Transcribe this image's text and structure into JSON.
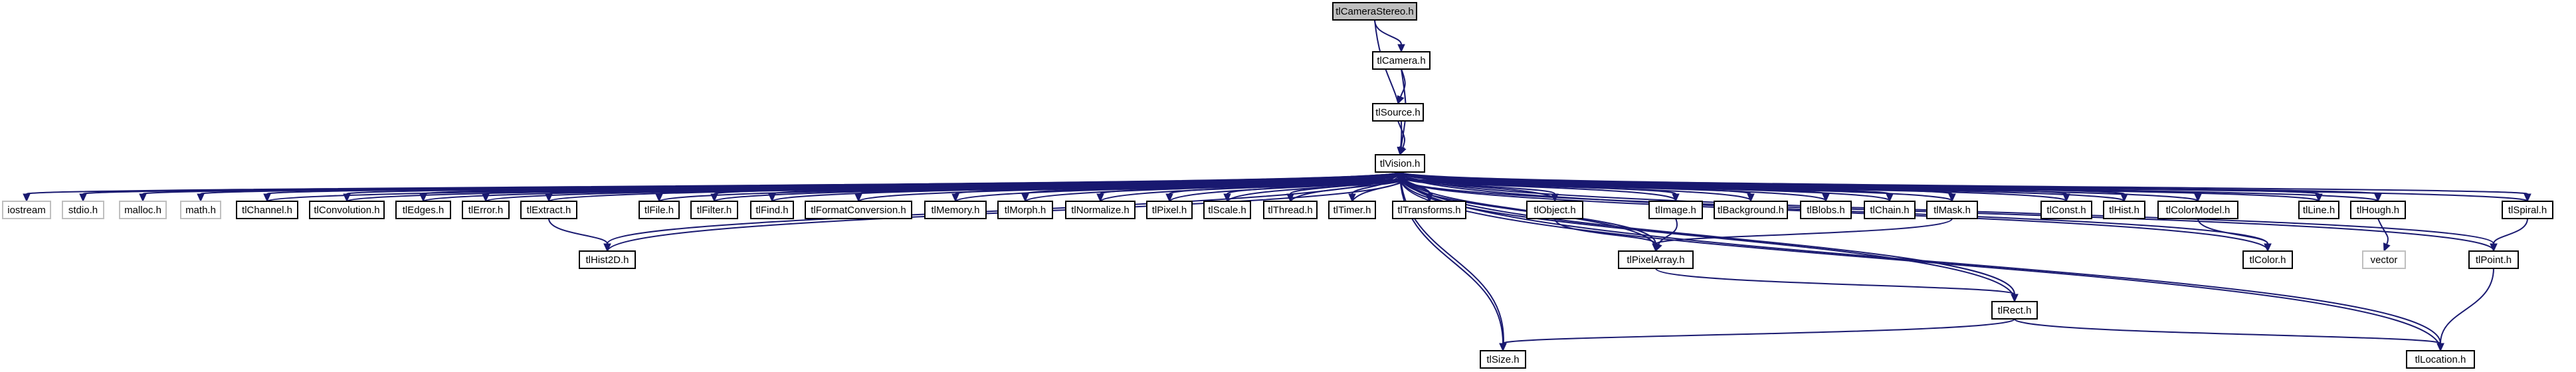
{
  "diagram": {
    "colors": {
      "edge": "#191970",
      "root_fill": "#bfbfbf",
      "node_border": "#000000",
      "external_border": "#bfbfbf"
    },
    "nodes": [
      {
        "id": "tlCameraStereo",
        "label": "tlCameraStereo.h",
        "kind": "root"
      },
      {
        "id": "tlCamera",
        "label": "tlCamera.h",
        "kind": "file"
      },
      {
        "id": "tlSource",
        "label": "tlSource.h",
        "kind": "file"
      },
      {
        "id": "tlVision",
        "label": "tlVision.h",
        "kind": "file"
      },
      {
        "id": "iostream",
        "label": "iostream",
        "kind": "external"
      },
      {
        "id": "stdio",
        "label": "stdio.h",
        "kind": "external"
      },
      {
        "id": "malloc",
        "label": "malloc.h",
        "kind": "external"
      },
      {
        "id": "math",
        "label": "math.h",
        "kind": "external"
      },
      {
        "id": "tlChannel",
        "label": "tlChannel.h",
        "kind": "file"
      },
      {
        "id": "tlConvolution",
        "label": "tlConvolution.h",
        "kind": "file"
      },
      {
        "id": "tlEdges",
        "label": "tlEdges.h",
        "kind": "file"
      },
      {
        "id": "tlError",
        "label": "tlError.h",
        "kind": "file"
      },
      {
        "id": "tlExtract",
        "label": "tlExtract.h",
        "kind": "file"
      },
      {
        "id": "tlFile",
        "label": "tlFile.h",
        "kind": "file"
      },
      {
        "id": "tlFilter",
        "label": "tlFilter.h",
        "kind": "file"
      },
      {
        "id": "tlFind",
        "label": "tlFind.h",
        "kind": "file"
      },
      {
        "id": "tlFormatConversion",
        "label": "tlFormatConversion.h",
        "kind": "file"
      },
      {
        "id": "tlMemory",
        "label": "tlMemory.h",
        "kind": "file"
      },
      {
        "id": "tlMorph",
        "label": "tlMorph.h",
        "kind": "file"
      },
      {
        "id": "tlNormalize",
        "label": "tlNormalize.h",
        "kind": "file"
      },
      {
        "id": "tlPixel",
        "label": "tlPixel.h",
        "kind": "file"
      },
      {
        "id": "tlScale",
        "label": "tlScale.h",
        "kind": "file"
      },
      {
        "id": "tlThread",
        "label": "tlThread.h",
        "kind": "file"
      },
      {
        "id": "tlTimer",
        "label": "tlTimer.h",
        "kind": "file"
      },
      {
        "id": "tlTransforms",
        "label": "tlTransforms.h",
        "kind": "file"
      },
      {
        "id": "tlObject",
        "label": "tlObject.h",
        "kind": "file"
      },
      {
        "id": "tlImage",
        "label": "tlImage.h",
        "kind": "file"
      },
      {
        "id": "tlBackground",
        "label": "tlBackground.h",
        "kind": "file"
      },
      {
        "id": "tlBlobs",
        "label": "tlBlobs.h",
        "kind": "file"
      },
      {
        "id": "tlChain",
        "label": "tlChain.h",
        "kind": "file"
      },
      {
        "id": "tlMask",
        "label": "tlMask.h",
        "kind": "file"
      },
      {
        "id": "tlConst",
        "label": "tlConst.h",
        "kind": "file"
      },
      {
        "id": "tlHist",
        "label": "tlHist.h",
        "kind": "file"
      },
      {
        "id": "tlColorModel",
        "label": "tlColorModel.h",
        "kind": "file"
      },
      {
        "id": "tlLine",
        "label": "tlLine.h",
        "kind": "file"
      },
      {
        "id": "tlHough",
        "label": "tlHough.h",
        "kind": "file"
      },
      {
        "id": "tlSpiral",
        "label": "tlSpiral.h",
        "kind": "file"
      },
      {
        "id": "tlHist2D",
        "label": "tlHist2D.h",
        "kind": "file"
      },
      {
        "id": "tlPixelArray",
        "label": "tlPixelArray.h",
        "kind": "file"
      },
      {
        "id": "tlRect",
        "label": "tlRect.h",
        "kind": "file"
      },
      {
        "id": "tlColor",
        "label": "tlColor.h",
        "kind": "file"
      },
      {
        "id": "vector",
        "label": "vector",
        "kind": "external"
      },
      {
        "id": "tlPoint",
        "label": "tlPoint.h",
        "kind": "file"
      },
      {
        "id": "tlSize",
        "label": "tlSize.h",
        "kind": "file"
      },
      {
        "id": "tlLocation",
        "label": "tlLocation.h",
        "kind": "file"
      }
    ],
    "edges": [
      [
        "tlCameraStereo",
        "tlCamera"
      ],
      [
        "tlCameraStereo",
        "tlVision"
      ],
      [
        "tlCamera",
        "tlSource"
      ],
      [
        "tlCamera",
        "tlVision"
      ],
      [
        "tlSource",
        "tlVision"
      ],
      [
        "tlVision",
        "iostream"
      ],
      [
        "tlVision",
        "stdio"
      ],
      [
        "tlVision",
        "malloc"
      ],
      [
        "tlVision",
        "math"
      ],
      [
        "tlVision",
        "tlChannel"
      ],
      [
        "tlChannel",
        "tlVision"
      ],
      [
        "tlVision",
        "tlConvolution"
      ],
      [
        "tlConvolution",
        "tlVision"
      ],
      [
        "tlVision",
        "tlEdges"
      ],
      [
        "tlEdges",
        "tlVision"
      ],
      [
        "tlVision",
        "tlError"
      ],
      [
        "tlError",
        "tlVision"
      ],
      [
        "tlVision",
        "tlExtract"
      ],
      [
        "tlExtract",
        "tlVision"
      ],
      [
        "tlExtract",
        "tlHist2D"
      ],
      [
        "tlVision",
        "tlHist2D"
      ],
      [
        "tlHist2D",
        "tlVision"
      ],
      [
        "tlVision",
        "tlFile"
      ],
      [
        "tlFile",
        "tlVision"
      ],
      [
        "tlVision",
        "tlFilter"
      ],
      [
        "tlFilter",
        "tlVision"
      ],
      [
        "tlVision",
        "tlFind"
      ],
      [
        "tlFind",
        "tlVision"
      ],
      [
        "tlVision",
        "tlFormatConversion"
      ],
      [
        "tlFormatConversion",
        "tlVision"
      ],
      [
        "tlVision",
        "tlMemory"
      ],
      [
        "tlMemory",
        "tlVision"
      ],
      [
        "tlVision",
        "tlMorph"
      ],
      [
        "tlMorph",
        "tlVision"
      ],
      [
        "tlVision",
        "tlNormalize"
      ],
      [
        "tlNormalize",
        "tlVision"
      ],
      [
        "tlVision",
        "tlPixel"
      ],
      [
        "tlPixel",
        "tlVision"
      ],
      [
        "tlVision",
        "tlScale"
      ],
      [
        "tlScale",
        "tlVision"
      ],
      [
        "tlVision",
        "tlThread"
      ],
      [
        "tlThread",
        "tlVision"
      ],
      [
        "tlVision",
        "tlTimer"
      ],
      [
        "tlTimer",
        "tlVision"
      ],
      [
        "tlVision",
        "tlTransforms"
      ],
      [
        "tlTransforms",
        "tlVision"
      ],
      [
        "tlVision",
        "tlObject"
      ],
      [
        "tlObject",
        "tlVision"
      ],
      [
        "tlObject",
        "tlPixelArray"
      ],
      [
        "tlVision",
        "tlPixelArray"
      ],
      [
        "tlPixelArray",
        "tlVision"
      ],
      [
        "tlVision",
        "tlImage"
      ],
      [
        "tlImage",
        "tlVision"
      ],
      [
        "tlImage",
        "tlPixelArray"
      ],
      [
        "tlVision",
        "tlBackground"
      ],
      [
        "tlBackground",
        "tlVision"
      ],
      [
        "tlVision",
        "tlBlobs"
      ],
      [
        "tlBlobs",
        "tlVision"
      ],
      [
        "tlVision",
        "tlChain"
      ],
      [
        "tlChain",
        "tlVision"
      ],
      [
        "tlVision",
        "tlMask"
      ],
      [
        "tlMask",
        "tlVision"
      ],
      [
        "tlMask",
        "tlPixelArray"
      ],
      [
        "tlVision",
        "tlConst"
      ],
      [
        "tlConst",
        "tlVision"
      ],
      [
        "tlVision",
        "tlHist"
      ],
      [
        "tlHist",
        "tlVision"
      ],
      [
        "tlVision",
        "tlColorModel"
      ],
      [
        "tlColorModel",
        "tlVision"
      ],
      [
        "tlColorModel",
        "tlColor"
      ],
      [
        "tlVision",
        "tlColor"
      ],
      [
        "tlColor",
        "tlVision"
      ],
      [
        "tlVision",
        "tlLine"
      ],
      [
        "tlLine",
        "tlVision"
      ],
      [
        "tlVision",
        "tlHough"
      ],
      [
        "tlHough",
        "tlVision"
      ],
      [
        "tlHough",
        "vector"
      ],
      [
        "tlVision",
        "tlSpiral"
      ],
      [
        "tlSpiral",
        "tlVision"
      ],
      [
        "tlSpiral",
        "tlPoint"
      ],
      [
        "tlVision",
        "tlPoint"
      ],
      [
        "tlPoint",
        "tlVision"
      ],
      [
        "tlPoint",
        "tlLocation"
      ],
      [
        "tlVision",
        "tlRect"
      ],
      [
        "tlRect",
        "tlVision"
      ],
      [
        "tlPixelArray",
        "tlRect"
      ],
      [
        "tlRect",
        "tlSize"
      ],
      [
        "tlRect",
        "tlLocation"
      ],
      [
        "tlVision",
        "tlSize"
      ],
      [
        "tlSize",
        "tlVision"
      ],
      [
        "tlVision",
        "tlLocation"
      ],
      [
        "tlLocation",
        "tlVision"
      ]
    ]
  }
}
